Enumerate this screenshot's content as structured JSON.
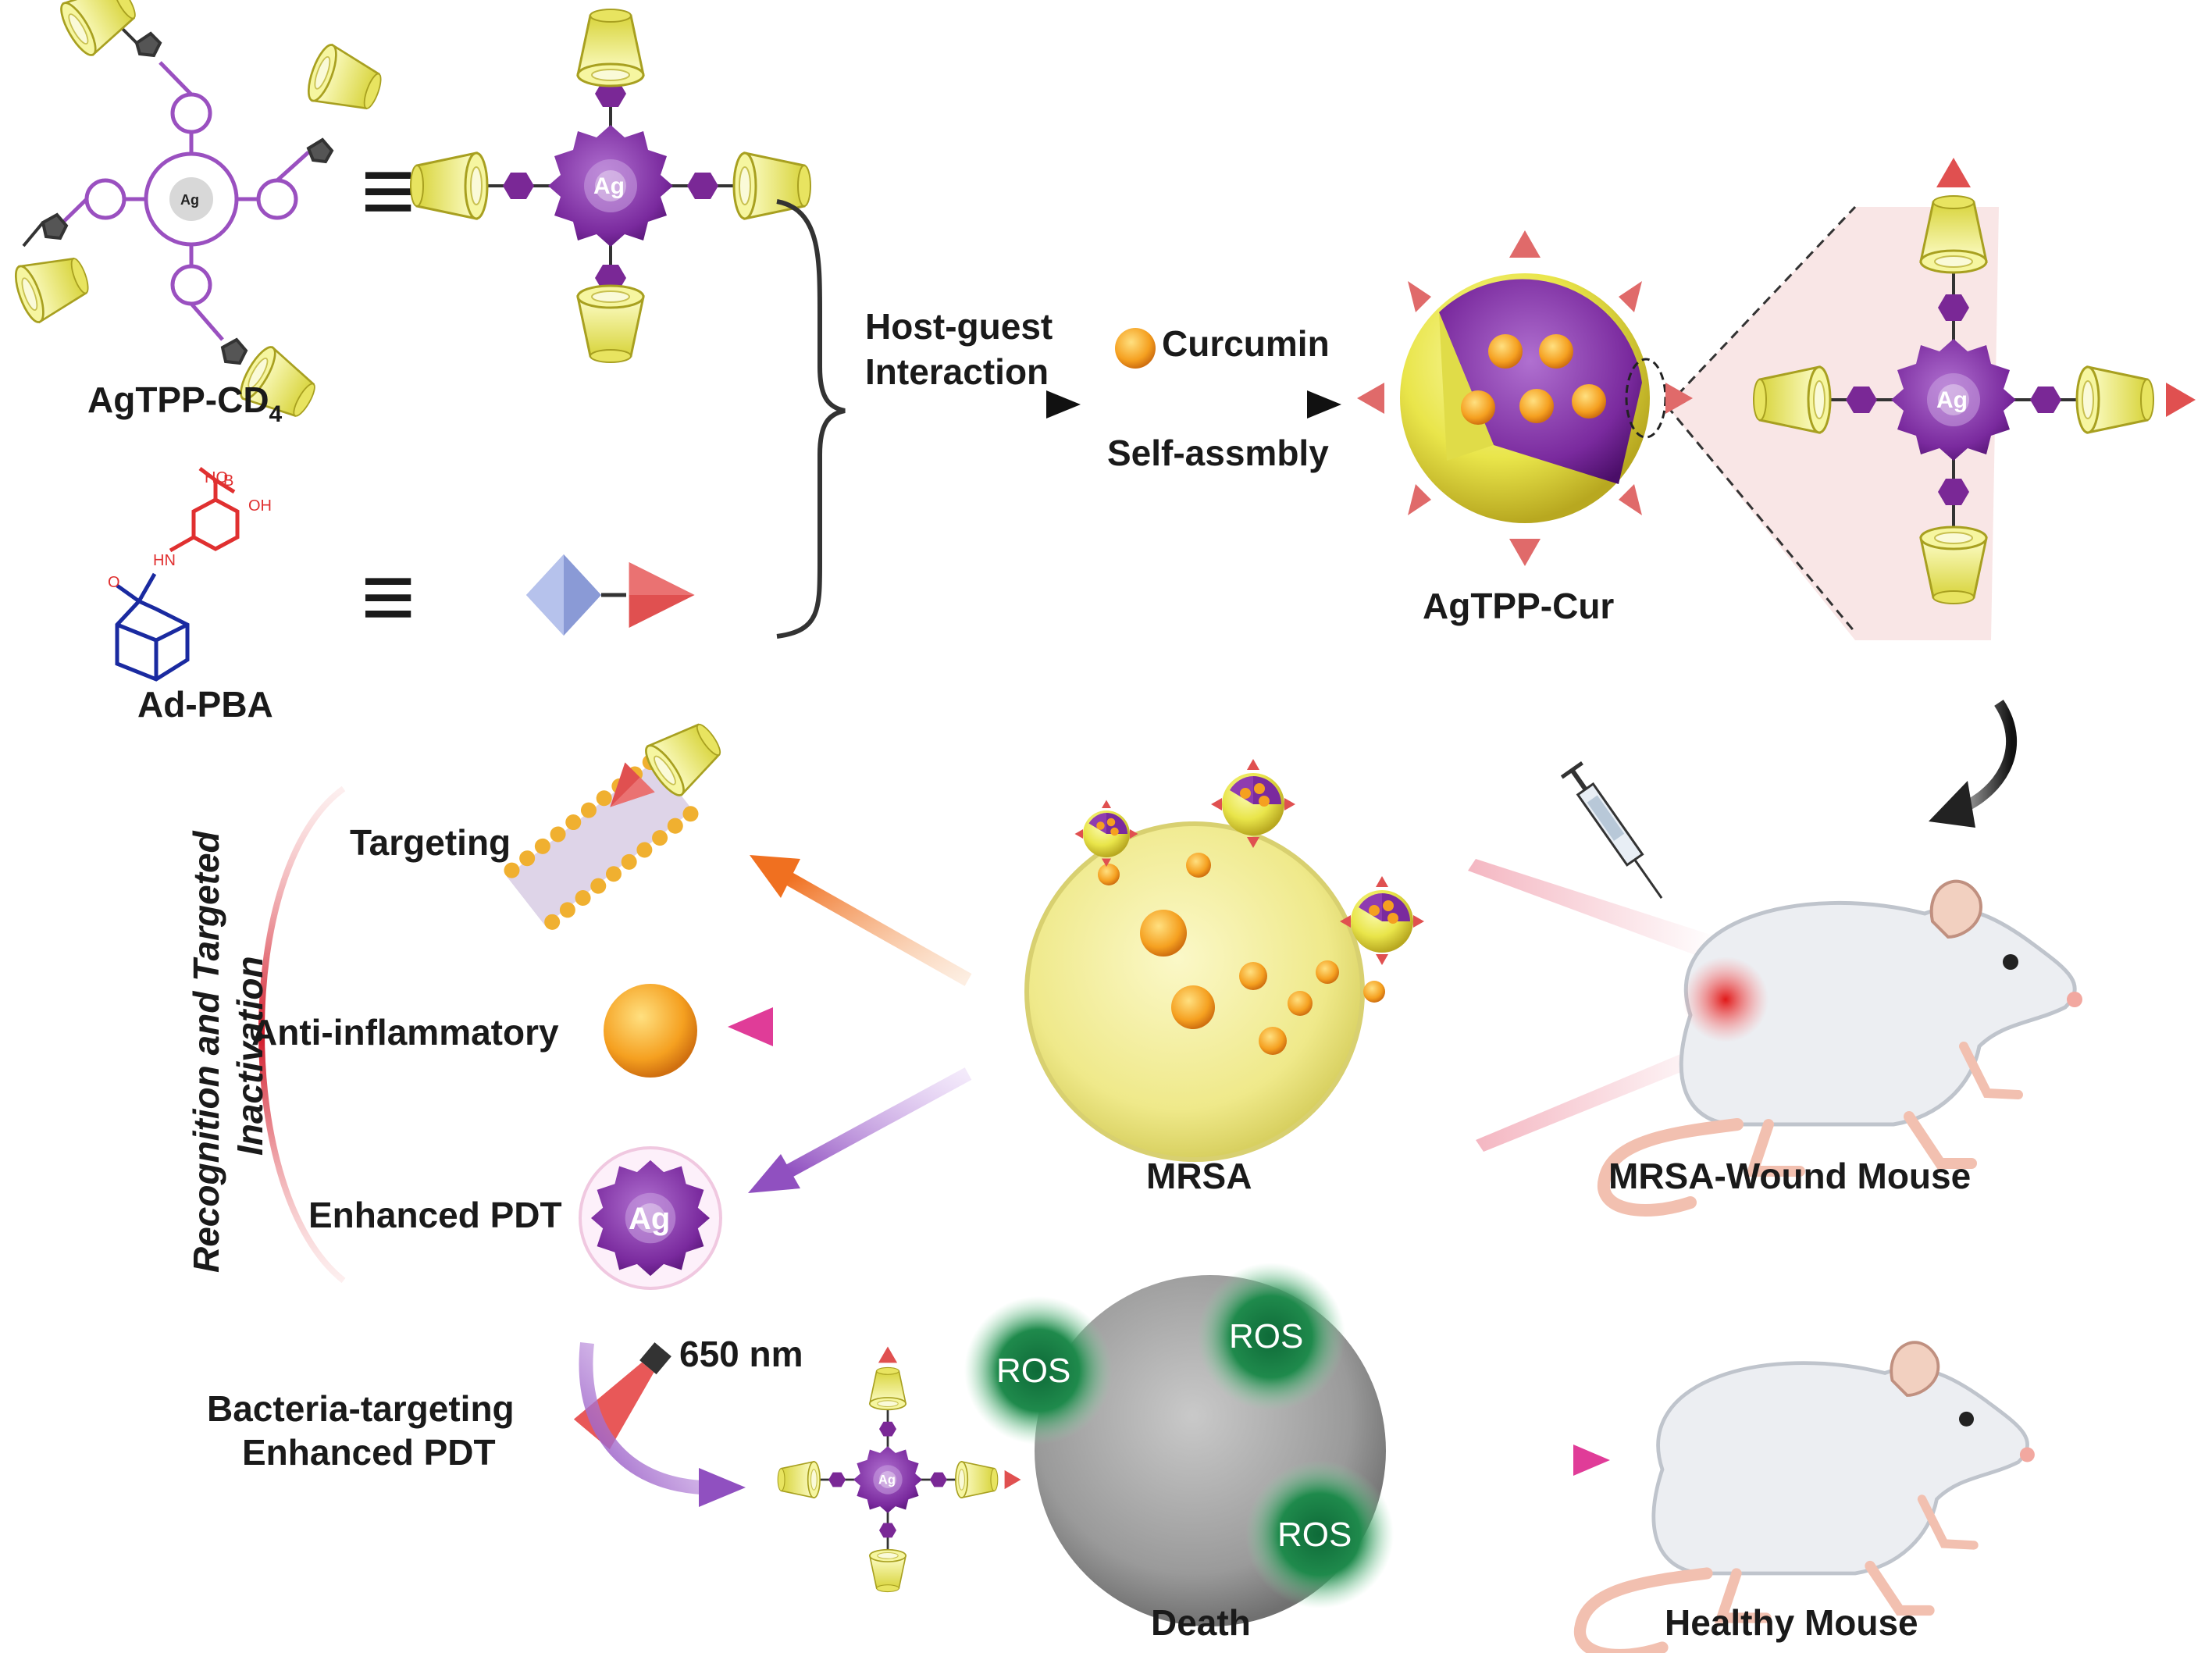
{
  "labels": {
    "agtpp_cd4": "AgTPP-CD",
    "agtpp_cd4_sub": "4",
    "ad_pba": "Ad-PBA",
    "host_guest_line1": "Host-guest",
    "host_guest_line2": "Interaction",
    "curcumin": "Curcumin",
    "self_assembly": "Self-assmbly",
    "agtpp_cur": "AgTPP-Cur",
    "targeting": "Targeting",
    "anti_inflammatory": "Anti-inflammatory",
    "enhanced_pdt": "Enhanced PDT",
    "recognition_line1": "Recognition and Targeted",
    "recognition_line2": "Inactivation",
    "mrsa": "MRSA",
    "mrsa_wound_mouse": "MRSA-Wound Mouse",
    "wavelength": "650 nm",
    "bacteria_targeting_line1": "Bacteria-targeting",
    "bacteria_targeting_line2": "Enhanced PDT",
    "death": "Death",
    "healthy_mouse": "Healthy Mouse",
    "ros": "ROS",
    "ag": "Ag",
    "equiv": "≡",
    "chem_ho": "HO",
    "chem_b": "B",
    "chem_oh": "OH",
    "chem_hn": "HN",
    "chem_o": "O"
  },
  "colors": {
    "porphyrin_purple": "#6a1b8a",
    "cyclodextrin_yellow": "#e8e86a",
    "curcumin_orange": "#f5a020",
    "pba_red": "#e05050",
    "adamantane_blue": "#8090c8",
    "ros_green": "#1f8a4c",
    "arrow_orange": "#f08030",
    "arrow_pink": "#e85aa8",
    "arrow_purple": "#a070c8"
  }
}
